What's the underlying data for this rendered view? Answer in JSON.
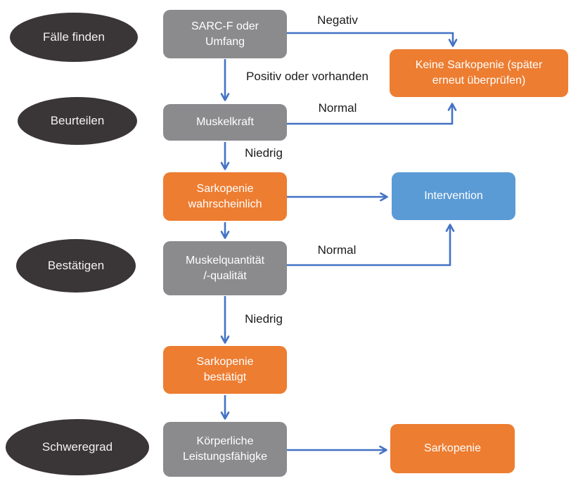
{
  "diagram": {
    "stages": [
      {
        "label": "Fälle finden"
      },
      {
        "label": "Beurteilen"
      },
      {
        "label": "Bestätigen"
      },
      {
        "label": "Schweregrad"
      }
    ],
    "nodes": {
      "sarcf": {
        "label": "SARC-F oder\nUmfang",
        "color": "gray"
      },
      "keine_sarkopenie": {
        "label": "Keine Sarkopenie (später\nerneut überprüfen)",
        "color": "orange"
      },
      "muskelkraft": {
        "label": "Muskelkraft",
        "color": "gray"
      },
      "sarkopenie_wahrscheinlich": {
        "label": "Sarkopenie\nwahrscheinlich",
        "color": "orange"
      },
      "intervention": {
        "label": "Intervention",
        "color": "blue"
      },
      "muskelquantitaet": {
        "label": "Muskelquantität\n/-qualität",
        "color": "gray"
      },
      "sarkopenie_bestaetigt": {
        "label": "Sarkopenie\nbestätigt",
        "color": "orange"
      },
      "koerperliche_leistungsfaehigkeit": {
        "label": "Körperliche\nLeistungsfähigke",
        "color": "gray"
      },
      "sarkopenie": {
        "label": "Sarkopenie",
        "color": "orange"
      }
    },
    "edge_labels": {
      "negativ": "Negativ",
      "positiv_oder_vorhanden": "Positiv oder vorhanden",
      "normal_muskelkraft": "Normal",
      "niedrig_muskelkraft": "Niedrig",
      "normal_muskelquantitaet": "Normal",
      "niedrig_muskelquantitaet": "Niedrig"
    },
    "colors": {
      "orange": "#ED7D31",
      "blue": "#5B9BD5",
      "gray": "#8B8B8E",
      "dark_ellipse": "#3A3537",
      "arrow": "#4472C4",
      "label_text": "#1B1B1B",
      "background": "#FFFFFF"
    }
  }
}
